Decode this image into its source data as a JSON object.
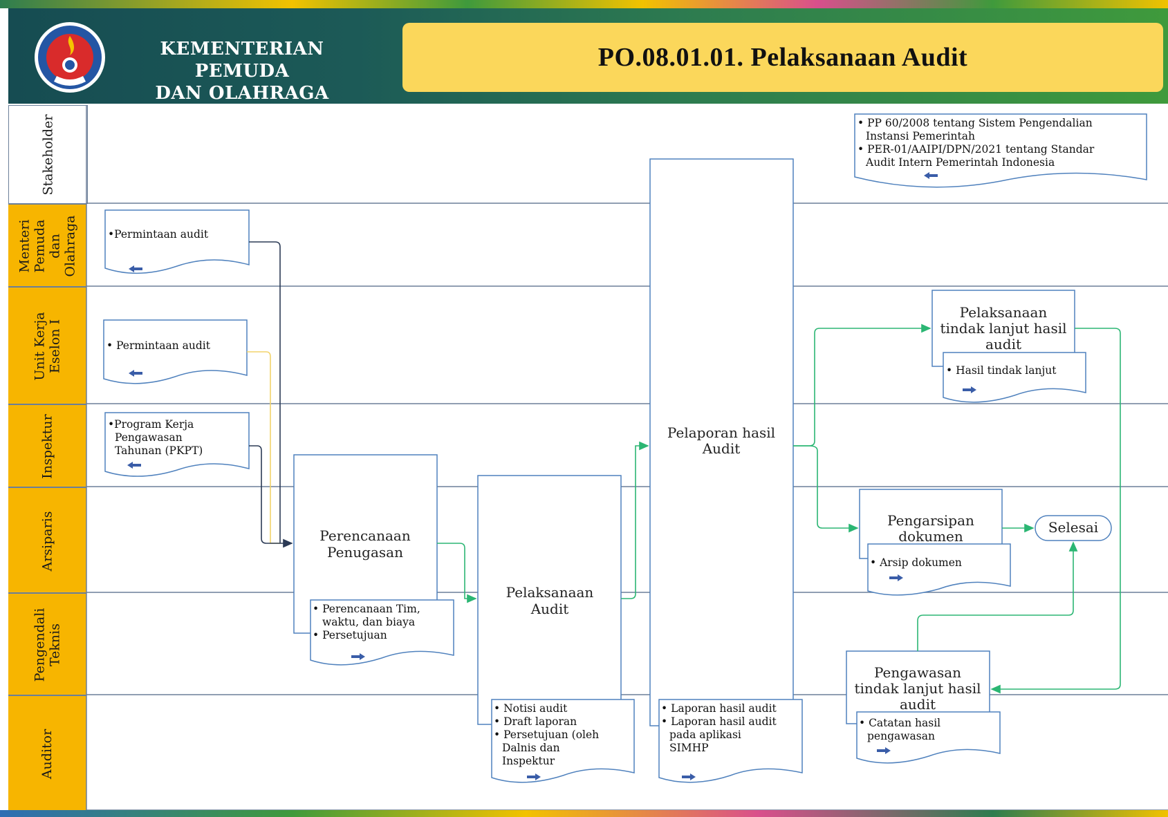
{
  "header": {
    "org_line1": "KEMENTERIAN PEMUDA",
    "org_line2": "DAN OLAHRAGA",
    "title": "PO.08.01.01.  Pelaksanaan  Audit",
    "logo_icon": "kemenpora-emblem-icon"
  },
  "lanes": [
    {
      "id": "stakeholder",
      "label": "Stakeholder"
    },
    {
      "id": "menteri",
      "label": "Menteri\nPemuda\ndan\nOlahraga"
    },
    {
      "id": "unit",
      "label": "Unit Kerja\nEselon I"
    },
    {
      "id": "inspektur",
      "label": "Inspektur"
    },
    {
      "id": "arsiparis",
      "label": "Arsiparis"
    },
    {
      "id": "pengendali",
      "label": "Pengendali\nTeknis"
    },
    {
      "id": "auditor",
      "label": "Auditor"
    }
  ],
  "processes": {
    "perencanaan": [
      "Perencanaan",
      "Penugasan"
    ],
    "pelaksanaan": [
      "Pelaksanaan",
      "Audit"
    ],
    "pelaporan": [
      "Pelaporan hasil",
      "Audit"
    ],
    "tindak_lanjut": [
      "Pelaksanaan",
      "tindak lanjut hasil",
      "audit"
    ],
    "pengarsipan": [
      "Pengarsipan",
      "dokumen"
    ],
    "pengawasan": [
      "Pengawasan",
      "tindak lanjut hasil",
      "audit"
    ],
    "selesai": "Selesai"
  },
  "documents": {
    "stakeholder_ref": [
      "• PP 60/2008 tentang Sistem Pengendalian",
      "Instansi Pemerintah",
      "• PER-01/AAIPI/DPN/2021 tentang Standar",
      "Audit Intern Pemerintah Indonesia"
    ],
    "menteri_req": [
      "•Permintaan audit"
    ],
    "unit_req": [
      "• Permintaan audit"
    ],
    "inspektur_pkpt": [
      "•Program Kerja",
      "Pengawasan",
      "Tahunan (PKPT)"
    ],
    "perencanaan_out": [
      "• Perencanaan Tim,",
      "waktu, dan biaya",
      "• Persetujuan"
    ],
    "pelaksanaan_out": [
      "• Notisi audit",
      "• Draft laporan",
      "• Persetujuan (oleh",
      "Dalnis dan",
      "Inspektur"
    ],
    "pelaporan_out": [
      "• Laporan hasil audit",
      "• Laporan hasil audit",
      "pada aplikasi",
      "SIMHP"
    ],
    "tindak_lanjut_out": [
      "•   Hasil tindak lanjut"
    ],
    "pengarsipan_out": [
      "• Arsip dokumen"
    ],
    "pengawasan_out": [
      "• Catatan hasil",
      "pengawasan"
    ]
  },
  "colors": {
    "lane_label": "#f7b500",
    "title_box": "#fbd75b",
    "flow_green": "#2bb673",
    "flow_navy": "#2b3a55",
    "flow_yellow": "#f2d36b",
    "box_border": "#4f81bd",
    "arrow_blue": "#3a5da8"
  }
}
